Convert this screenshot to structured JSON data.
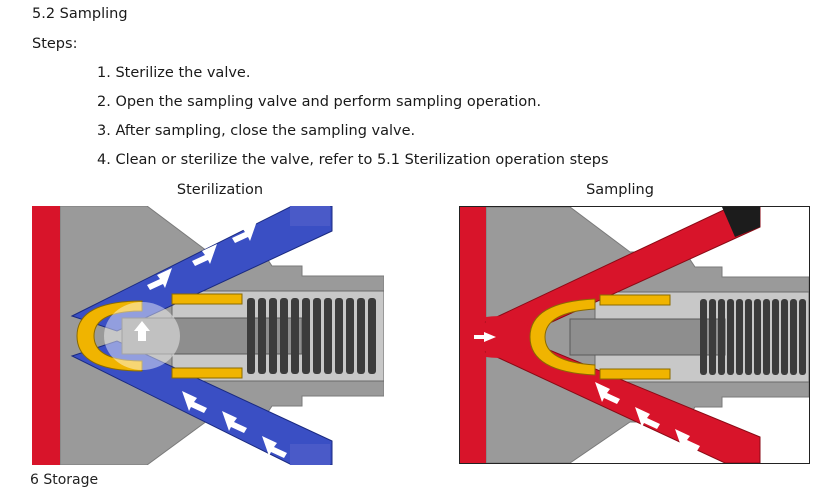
{
  "section": {
    "heading": "5.2 Sampling",
    "steps_label": "Steps:",
    "steps": [
      "1. Sterilize the valve.",
      "2. Open the sampling valve and perform sampling operation.",
      "3. After sampling, close the sampling valve.",
      "4. Clean or sterilize the valve, refer to 5.1 Sterilization operation steps"
    ]
  },
  "figures": {
    "left_caption": "Sterilization",
    "right_caption": "Sampling"
  },
  "next_section": {
    "heading_partial": "6 Storage"
  },
  "colors": {
    "steam_red": "#d8142a",
    "flow_blue": "#3a4fc4",
    "body_gray": "#9a9a9a",
    "seal_yellow": "#f0b400",
    "spring_dark": "#3c3c3c"
  }
}
